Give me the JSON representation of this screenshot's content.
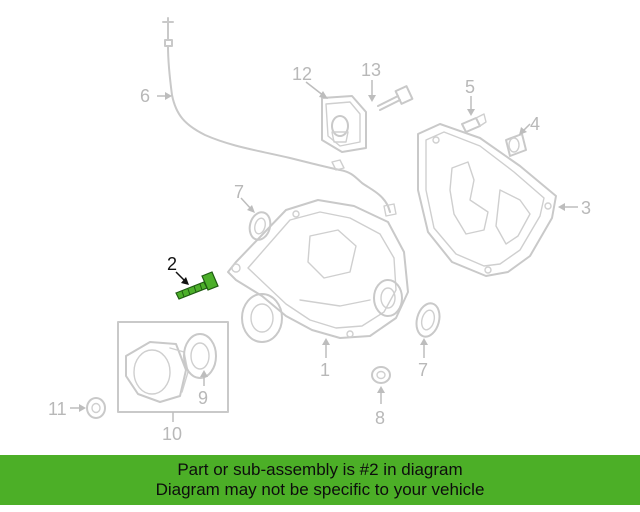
{
  "callouts": {
    "c1": "1",
    "c2": "2",
    "c3": "3",
    "c4": "4",
    "c5": "5",
    "c6": "6",
    "c7a": "7",
    "c7b": "7",
    "c8": "8",
    "c9": "9",
    "c10": "10",
    "c11": "11",
    "c12": "12",
    "c13": "13"
  },
  "highlighted_part": "2",
  "banner": {
    "line1": "Part or sub-assembly is #2 in diagram",
    "line2": "Diagram may not be specific to your vehicle"
  },
  "colors": {
    "banner_bg": "#4caf27",
    "highlight": "#4caf2a",
    "line_art": "#c9c9c9",
    "callout_text": "#b8b8b8"
  }
}
